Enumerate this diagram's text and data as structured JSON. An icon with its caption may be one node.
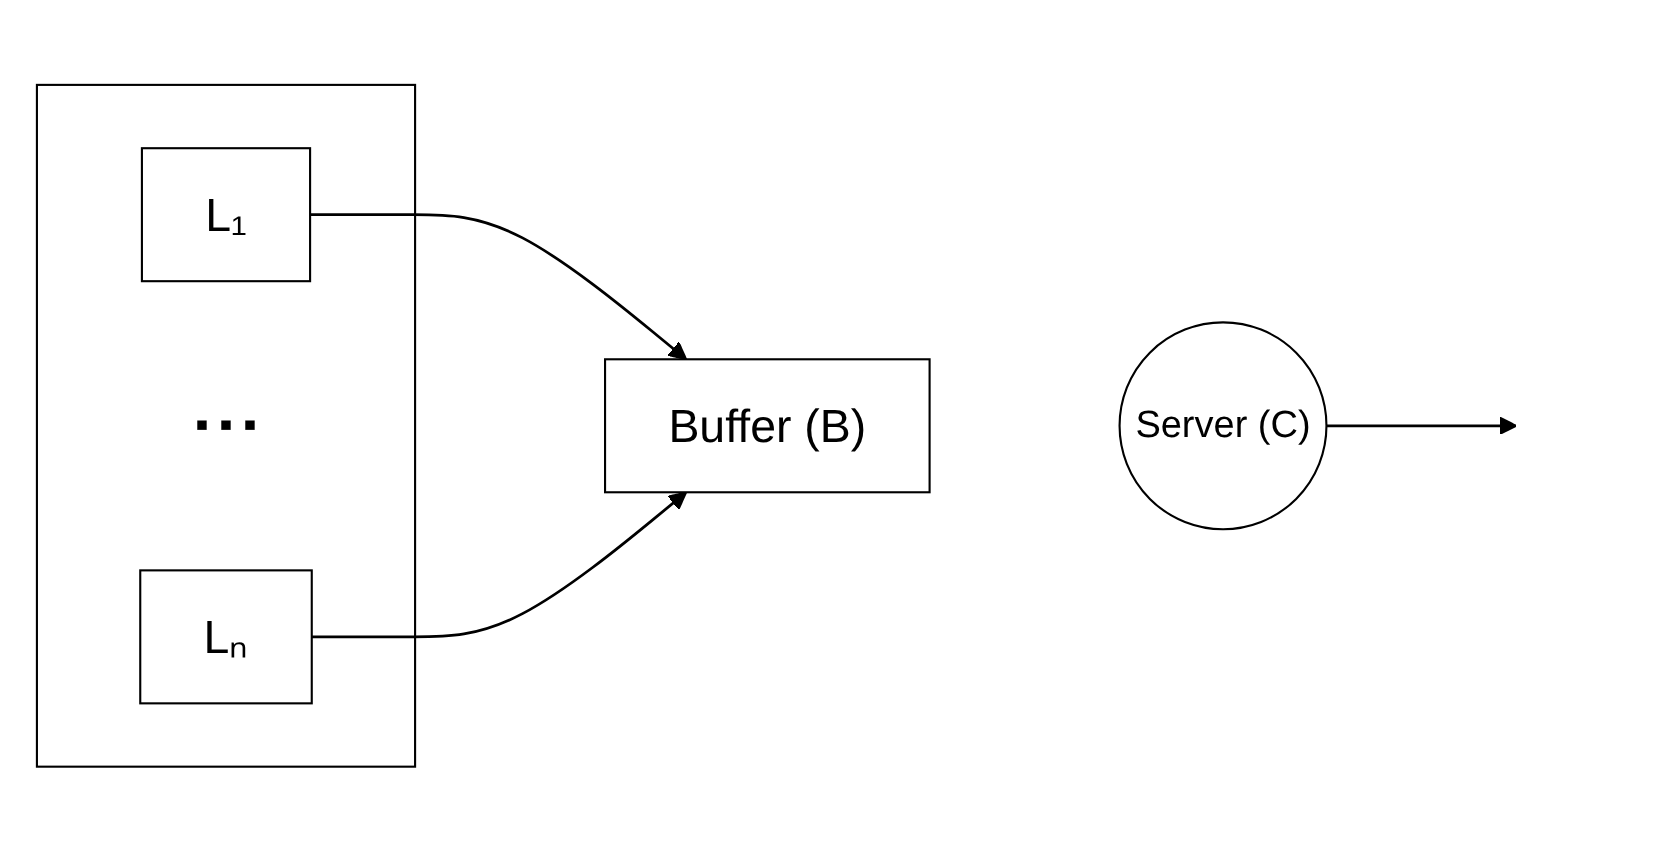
{
  "diagram": {
    "nodes": [
      {
        "text": [],
        "shape": "box"
      },
      {
        "text": [
          "L₁"
        ],
        "in": 0
      },
      {
        "text": [
          "▪ ▪ ▪"
        ],
        "in": 0
      },
      {
        "text": [
          "Lₙ"
        ],
        "in": 0
      },
      {
        "text": [
          "Buffer (B)"
        ]
      },
      {
        "text": [
          "Server (C)"
        ]
      }
    ],
    "edges": [
      {
        "from": 1,
        "to": 4,
        "arrow": "to"
      },
      {
        "from": 3,
        "to": 4,
        "arrow": "to"
      },
      {
        "from": 5,
        "to": null,
        "arrow": "to"
      }
    ]
  }
}
